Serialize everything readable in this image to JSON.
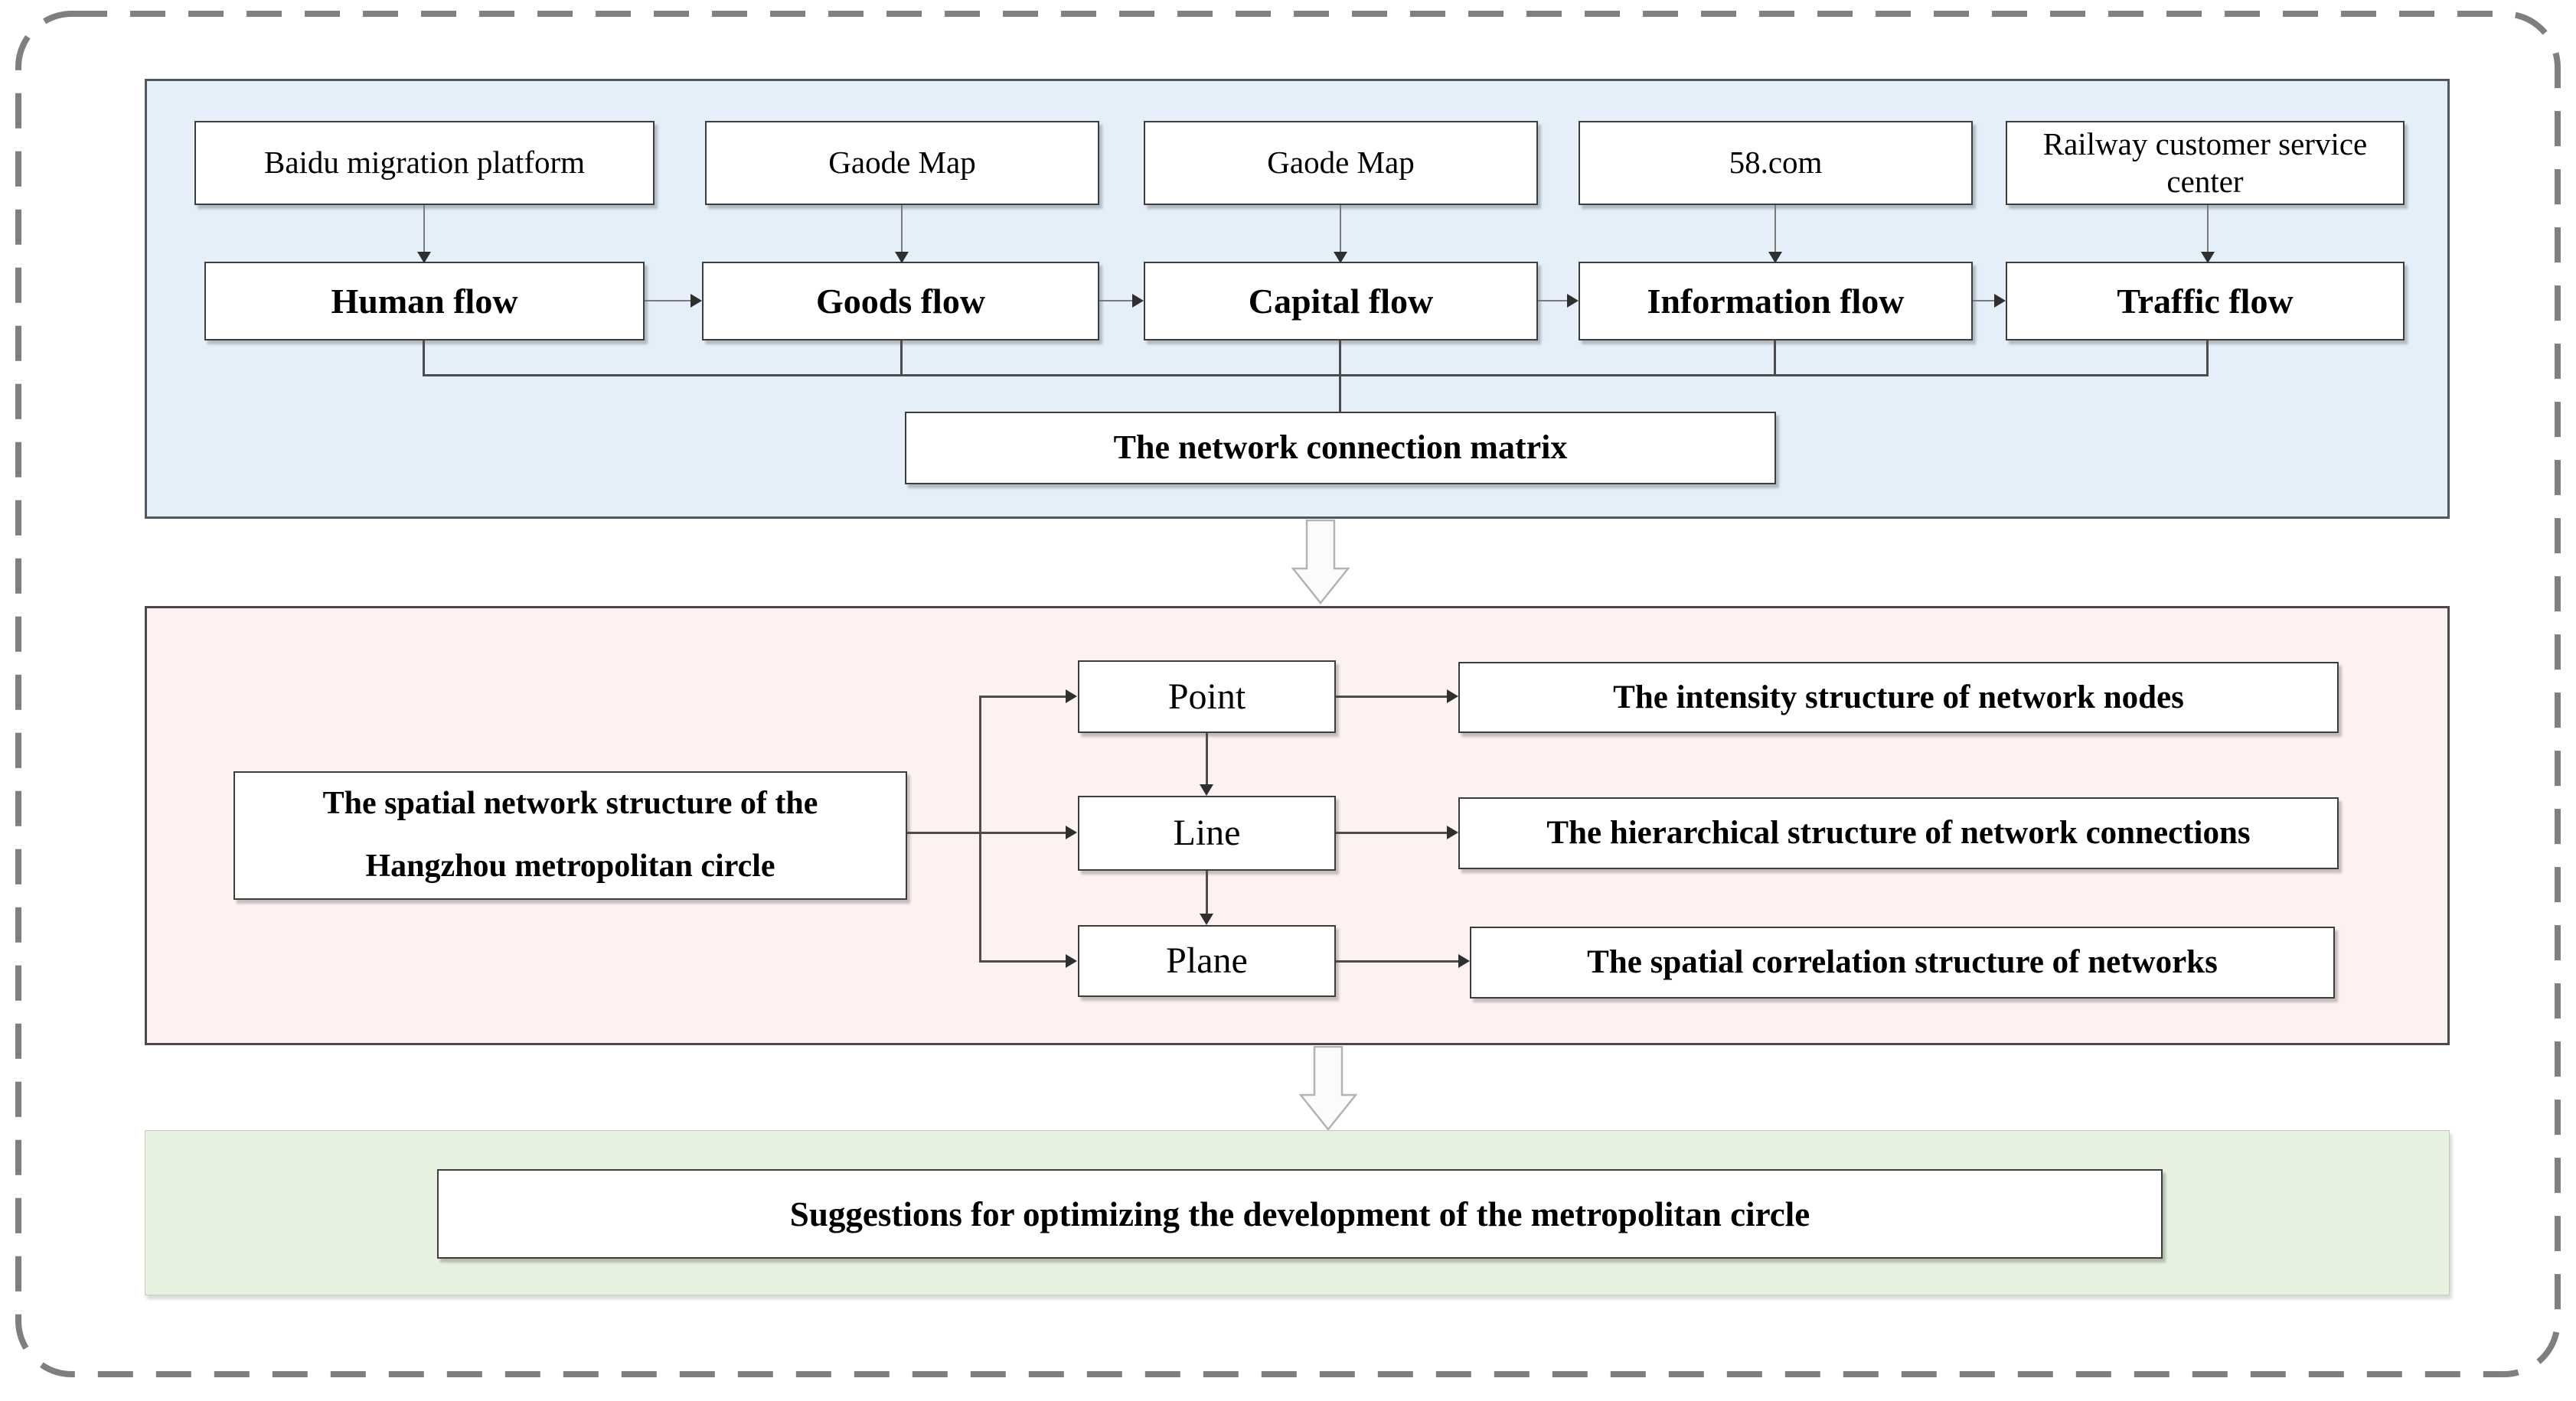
{
  "top": {
    "sources": [
      "Baidu migration platform",
      "Gaode Map",
      "Gaode Map",
      "58.com",
      "Railway customer service center"
    ],
    "flows": [
      "Human flow",
      "Goods flow",
      "Capital flow",
      "Information flow",
      "Traffic flow"
    ],
    "matrix": "The network connection matrix"
  },
  "middle": {
    "subject_line1": "The spatial network structure of the",
    "subject_line2": "Hangzhou metropolitan circle",
    "levels": [
      "Point",
      "Line",
      "Plane"
    ],
    "outcomes": [
      "The intensity structure of network nodes",
      "The hierarchical structure of network connections",
      "The spatial correlation structure of networks"
    ]
  },
  "bottom": {
    "suggestion": "Suggestions for optimizing the development of the metropolitan circle"
  },
  "colors": {
    "top_section_bg": "#e4eff9",
    "middle_section_bg": "#fdf2f1",
    "bottom_section_bg": "#e6f2df",
    "box_border": "#3d3d3d",
    "connector_line": "#7a7a7a",
    "arrowhead": "#2f2f2f",
    "dashed_frame": "#7f7f7f",
    "big_arrow_fill": "#fbfbfb",
    "big_arrow_stroke": "#b3b3b3"
  }
}
